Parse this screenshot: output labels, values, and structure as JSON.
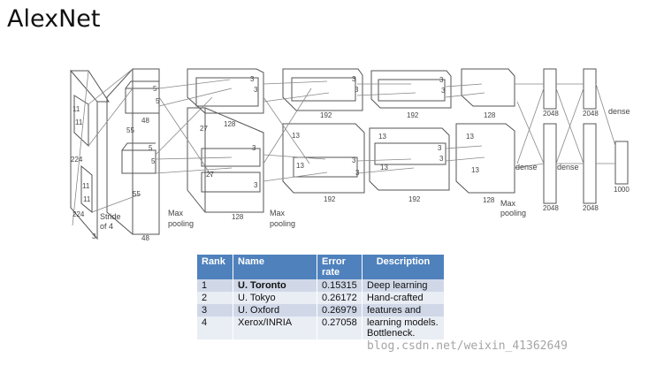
{
  "title": "AlexNet",
  "network": {
    "input": {
      "h": "224",
      "w": "224",
      "c": "3",
      "k1": "11",
      "k2": "11",
      "stride": "Stride\nof 4"
    },
    "conv1": {
      "size": "55",
      "depth": "48",
      "k": "5",
      "pool": "Max\npooling"
    },
    "conv2": {
      "size": "27",
      "depth": "128",
      "k": "3",
      "pool": "Max\npooling"
    },
    "conv3": {
      "size": "13",
      "depth": "192",
      "k": "3"
    },
    "conv4": {
      "size": "13",
      "depth": "192",
      "k": "3"
    },
    "conv5": {
      "size": "13",
      "depth": "128",
      "pool": "Max\npooling"
    },
    "fc6": {
      "size": "2048",
      "label": "dense"
    },
    "fc7": {
      "size": "2048",
      "label": "dense"
    },
    "fc8": {
      "size": "1000",
      "label": "dense"
    }
  },
  "table": {
    "headers": [
      "Rank",
      "Name",
      "Error\nrate",
      "Description"
    ],
    "rows": [
      {
        "rank": "1",
        "name": "U. Toronto",
        "error": "0.15315",
        "desc": "Deep learning"
      },
      {
        "rank": "2",
        "name": "U. Tokyo",
        "error": "0.26172",
        "desc": "Hand-crafted"
      },
      {
        "rank": "3",
        "name": "U. Oxford",
        "error": "0.26979",
        "desc": "features and"
      },
      {
        "rank": "4",
        "name": "Xerox/INRIA",
        "error": "0.27058",
        "desc": "learning models.\nBottleneck."
      }
    ]
  },
  "watermark": "blog.csdn.net/weixin_41362649",
  "colors": {
    "header": "#4f81bd",
    "row_odd": "#d0d8e8",
    "row_even": "#e9edf4"
  }
}
